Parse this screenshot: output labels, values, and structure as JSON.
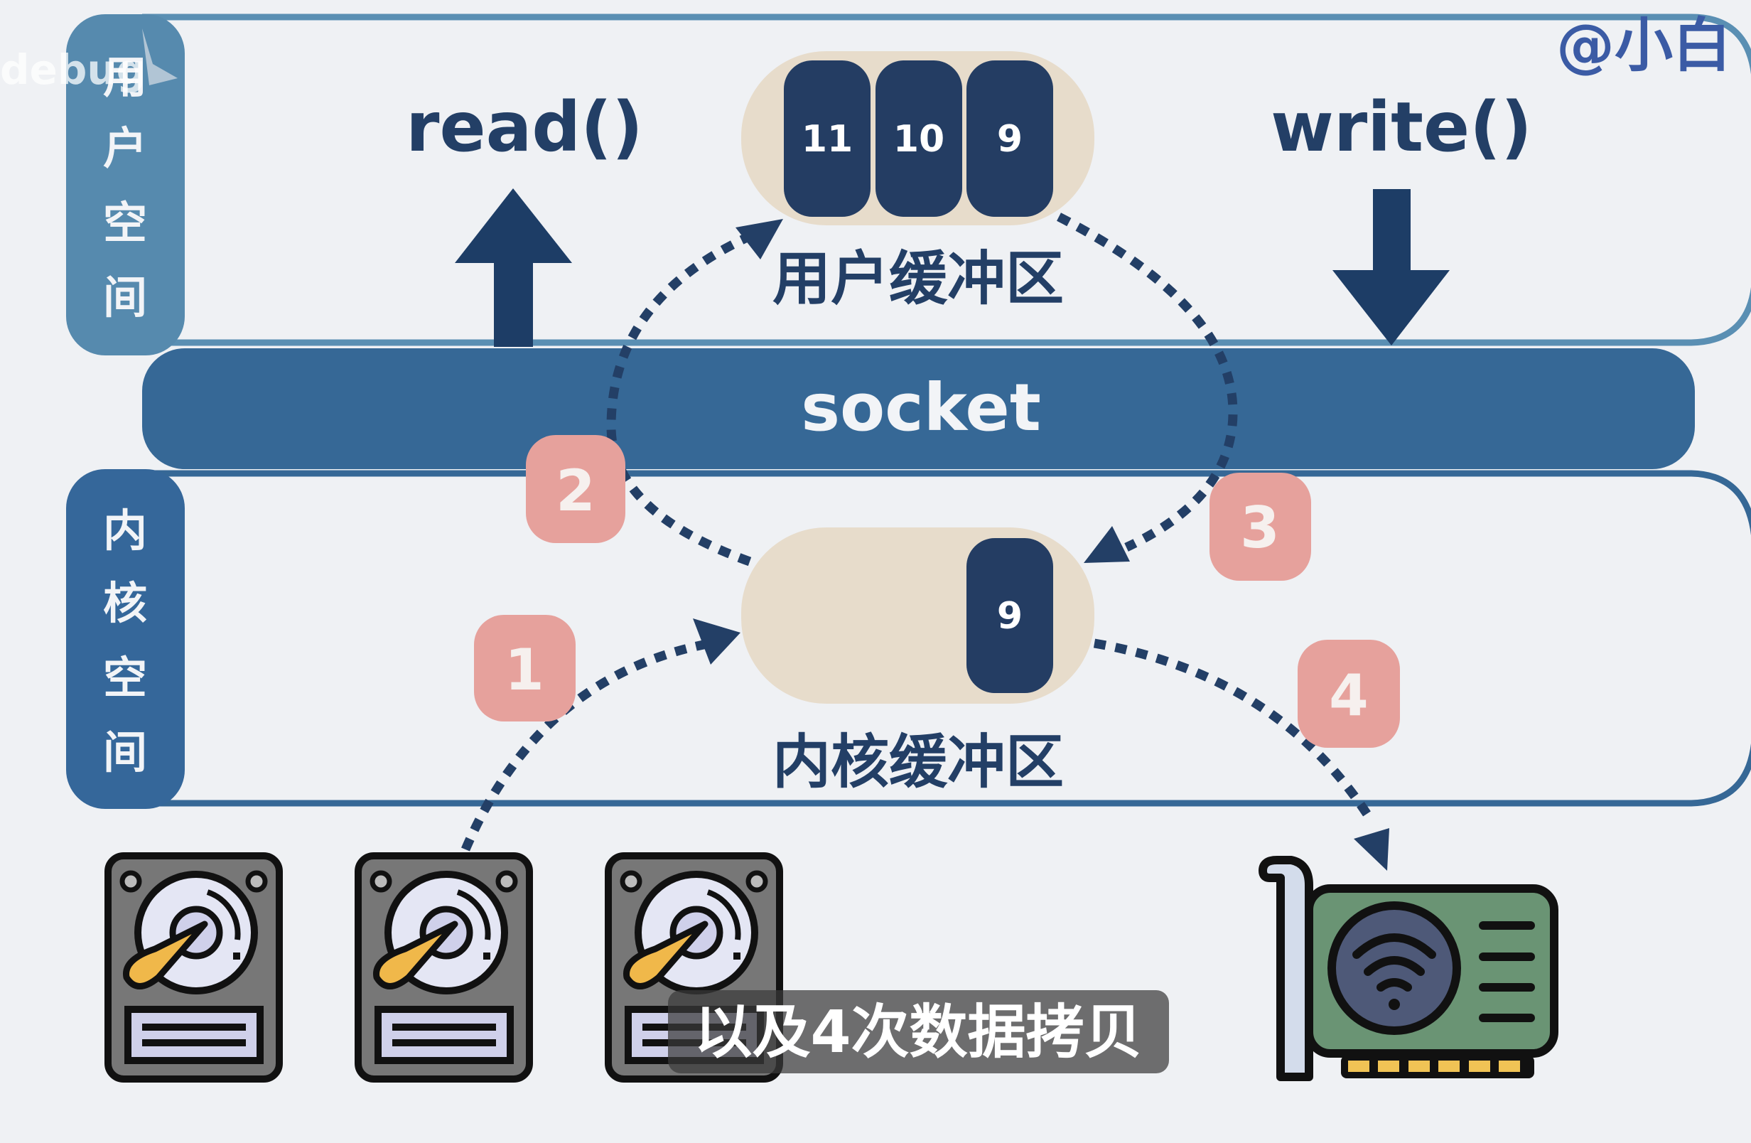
{
  "watermark": {
    "channel": "debug",
    "author": "@小白"
  },
  "user_space": {
    "label_chars": [
      "用",
      "户",
      "空",
      "间"
    ],
    "call_read": "read()",
    "call_write": "write()",
    "buffer_title": "用户缓冲区",
    "buffer_cells": [
      "11",
      "10",
      "9"
    ]
  },
  "socket": {
    "label": "socket"
  },
  "kernel_space": {
    "label_chars": [
      "内",
      "核",
      "空",
      "间"
    ],
    "buffer_title": "内核缓冲区",
    "buffer_cells": [
      "9"
    ]
  },
  "copy_steps": [
    {
      "number": "1",
      "from": "disk",
      "to": "kernel-buffer"
    },
    {
      "number": "2",
      "from": "kernel-buffer",
      "to": "user-buffer"
    },
    {
      "number": "3",
      "from": "user-buffer",
      "to": "kernel-buffer"
    },
    {
      "number": "4",
      "from": "kernel-buffer",
      "to": "network-card"
    }
  ],
  "devices": {
    "disks": [
      "hard-disk",
      "hard-disk",
      "hard-disk"
    ],
    "network": "network-card"
  },
  "subtitle": "以及4次数据拷贝",
  "colors": {
    "background": "#eff1f4",
    "user_panel": "#568aae",
    "kernel_panel": "#35679a",
    "socket_bar": "#366896",
    "dark_navy": "#243d63",
    "buffer_pill": "#e7dccb",
    "badge": "#e6a19c",
    "watermark": "#3b5ba5"
  }
}
